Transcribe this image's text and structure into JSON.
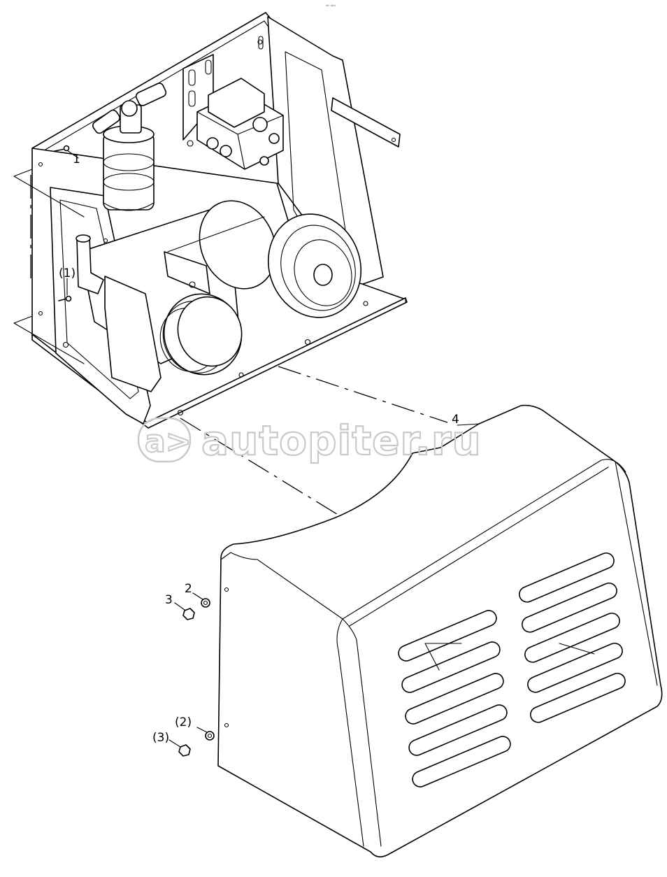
{
  "header_mark": "ᵃᵇ ᵃᵃᵃ",
  "callouts": {
    "c1": "1",
    "c1_ref": "(1)",
    "c2": "2",
    "c2_ref": "(2)",
    "c3": "3",
    "c3_ref": "(3)",
    "c4": "4"
  },
  "watermark": {
    "text": "autopiter.ru"
  }
}
